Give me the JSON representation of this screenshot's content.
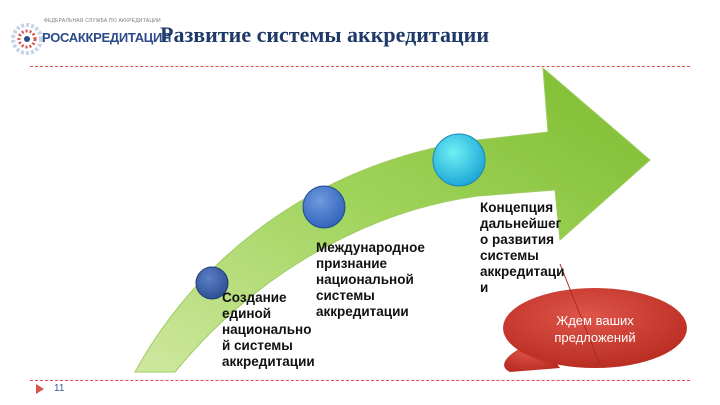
{
  "header": {
    "logo_subtitle": "ФЕДЕРАЛЬНАЯ СЛУЖБА ПО АККРЕДИТАЦИИ",
    "logo_name": "РОСАККРЕДИТАЦИЯ",
    "title": "Развитие системы аккредитации"
  },
  "stages": [
    {
      "text": "Создание\nединой\nнационально\nй системы\nаккредитации"
    },
    {
      "text": "Международное\nпризнание\nнациональной\nсистемы\nаккредитации"
    },
    {
      "text": "Концепция\nдальнейшег\nо развития\nсистемы\nаккредитаци\nи"
    }
  ],
  "callout": {
    "text": "Ждем ваших предложений"
  },
  "footer": {
    "page_number": "11"
  },
  "colors": {
    "arrow_green": "#8cc63f",
    "title_blue": "#1f3a68",
    "callout_red": "#c0392b",
    "accent_red": "#d9534f"
  }
}
